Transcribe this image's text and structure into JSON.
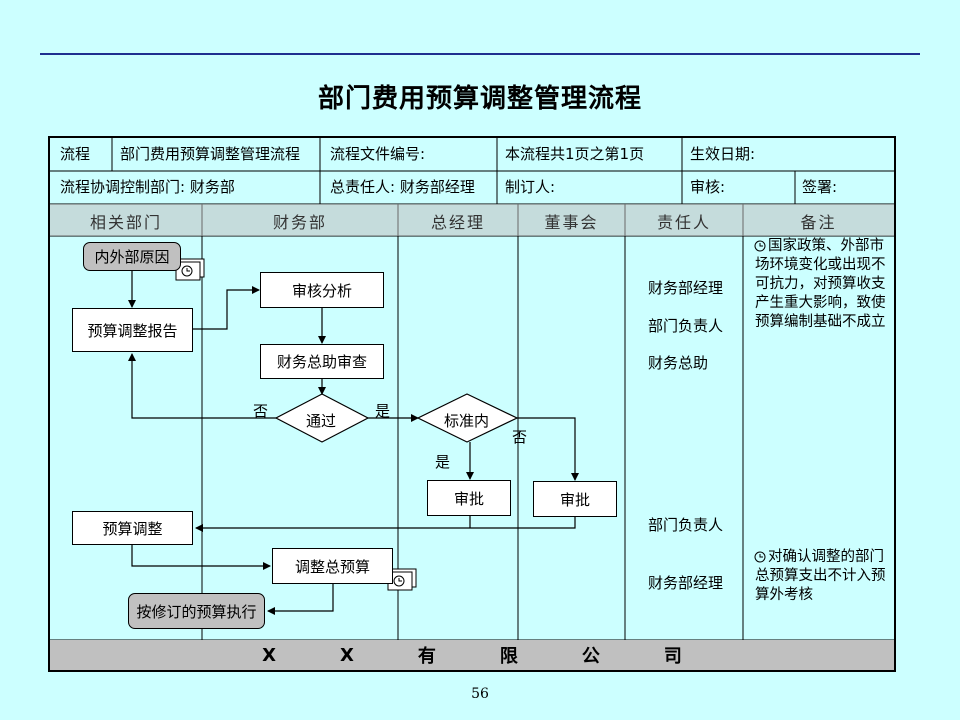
{
  "page": {
    "title": "部门费用预算调整管理流程",
    "page_number": "56"
  },
  "info": {
    "row1": [
      "流程",
      "部门费用预算调整管理流程",
      "流程文件编号:",
      "本流程共1页之第1页",
      "生效日期:"
    ],
    "row2": [
      "流程协调控制部门: 财务部",
      "总责任人: 财务部经理",
      "制订人:",
      "审核:",
      "签署:"
    ]
  },
  "lanes": [
    "相关部门",
    "财务部",
    "总经理",
    "董事会",
    "责任人",
    "备注"
  ],
  "flow": {
    "internal_external_cause": "内外部原因",
    "budget_adjust_report": "预算调整报告",
    "audit_analysis": "审核分析",
    "finance_assistant_review": "财务总助审查",
    "pass": "通过",
    "within_standard": "标准内",
    "approve_gm": "审批",
    "approve_board": "审批",
    "budget_adjust": "预算调整",
    "adjust_total_budget": "调整总预算",
    "execute_revised_budget": "按修订的预算执行",
    "label_no_1": "否",
    "label_yes_1": "是",
    "label_no_2": "否",
    "label_yes_2": "是"
  },
  "responsible": [
    "财务部经理",
    "部门负责人",
    "财务总助",
    "部门负责人",
    "财务部经理"
  ],
  "remarks": [
    "国家政策、外部市场环境变化或出现不可抗力，对预算收支产生重大影响，致使预算编制基础不成立",
    "对确认调整的部门总预算支出不计入预算外考核"
  ],
  "footer": [
    "X",
    "X",
    "有",
    "限",
    "公",
    "司"
  ],
  "colors": {
    "background": "#ccffff",
    "header_gray": "#c0c0c0",
    "rule_blue": "#1f2f8f"
  }
}
